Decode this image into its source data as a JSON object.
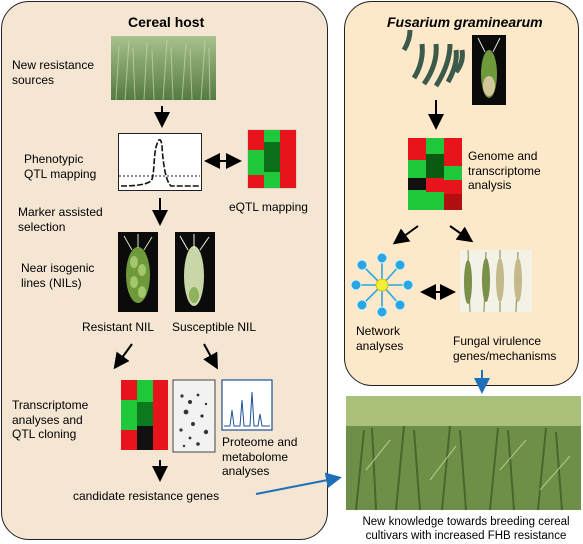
{
  "left_panel": {
    "title": "Cereal host",
    "new_resistance_sources": "New resistance\nsources",
    "phenotypic_qtl_mapping": "Phenotypic\nQTL mapping",
    "eqtl_mapping": "eQTL mapping",
    "marker_assisted_selection": "Marker assisted\nselection",
    "near_isogenic_lines": "Near isogenic\nlines (NILs)",
    "resistant_nil": "Resistant NIL",
    "susceptible_nil": "Susceptible NIL",
    "transcriptome_qtl_cloning": "Transcriptome\nanalyses  and\nQTL cloning",
    "proteome_metabolome": "Proteome and\nmetabolome\nanalyses",
    "candidate_genes": "candidate resistance genes"
  },
  "right_panel": {
    "title": "Fusarium graminearum",
    "genome_transcriptome": "Genome and\ntranscriptome\nanalysis",
    "network_analyses": "Network\nanalyses",
    "fungal_virulence": "Fungal virulence\ngenes/mechanisms"
  },
  "caption": "New knowledge towards breeding cereal\ncultivars with increased FHB resistance",
  "colors": {
    "panel_left": "#f5e6d3",
    "panel_right": "#fde9c9",
    "heatmap_red": "#e8141b",
    "heatmap_green": "#1fc83a",
    "arrow_blue": "#1f6fb8",
    "network_node": "#2aa7e0",
    "network_hub": "#f2ec3a"
  },
  "icons": [
    "wheat-field-photo",
    "qtl-plot-icon",
    "heatmap-icon",
    "wheat-spike-photo",
    "gel-icon",
    "spectrum-icon",
    "spores-icon",
    "network-icon",
    "field-photo"
  ]
}
